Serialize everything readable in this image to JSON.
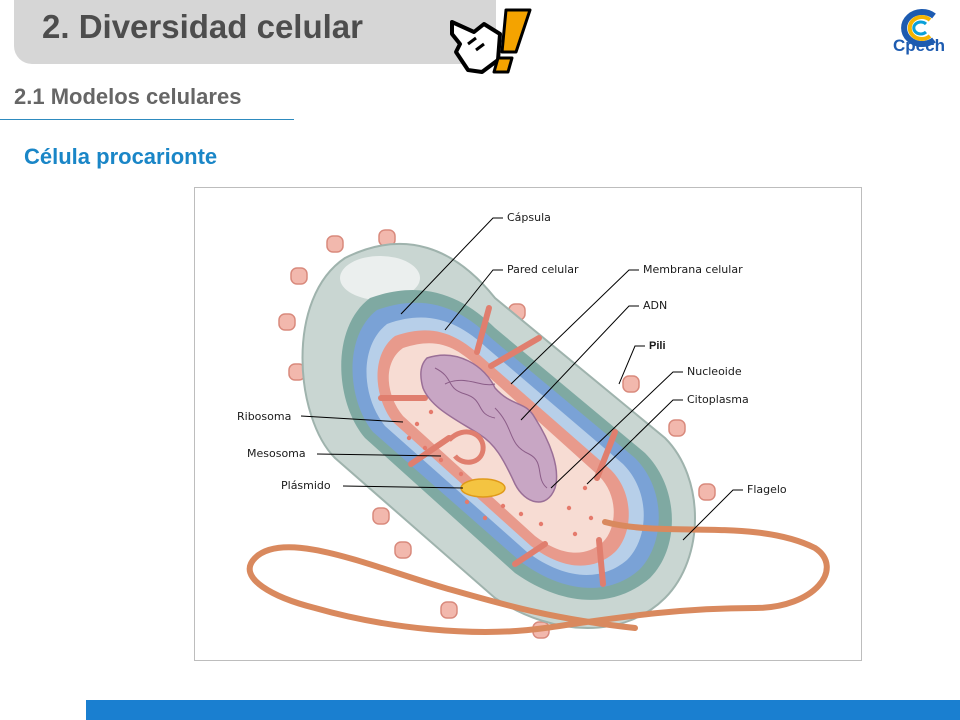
{
  "header": {
    "title": "2. Diversidad celular",
    "logo_text": "Cpech",
    "pointer_icon": "hand-pointer-exclamation-icon"
  },
  "section": {
    "subtitle": "2.1 Modelos celulares",
    "heading": "Célula procarionte"
  },
  "diagram": {
    "labels": {
      "capsula": "Cápsula",
      "pared_celular": "Pared celular",
      "membrana_celular": "Membrana celular",
      "adn": "ADN",
      "pili": "Pili",
      "nucleoide": "Nucleoide",
      "citoplasma": "Citoplasma",
      "ribosoma": "Ribosoma",
      "mesosoma": "Mesosoma",
      "plasmido": "Plásmido",
      "flagelo": "Flagelo"
    }
  },
  "colors": {
    "title_tab": "#d6d6d6",
    "heading": "#1a86c7",
    "bottom_bar": "#1a7fd0",
    "logo": "#1d5bb0"
  }
}
